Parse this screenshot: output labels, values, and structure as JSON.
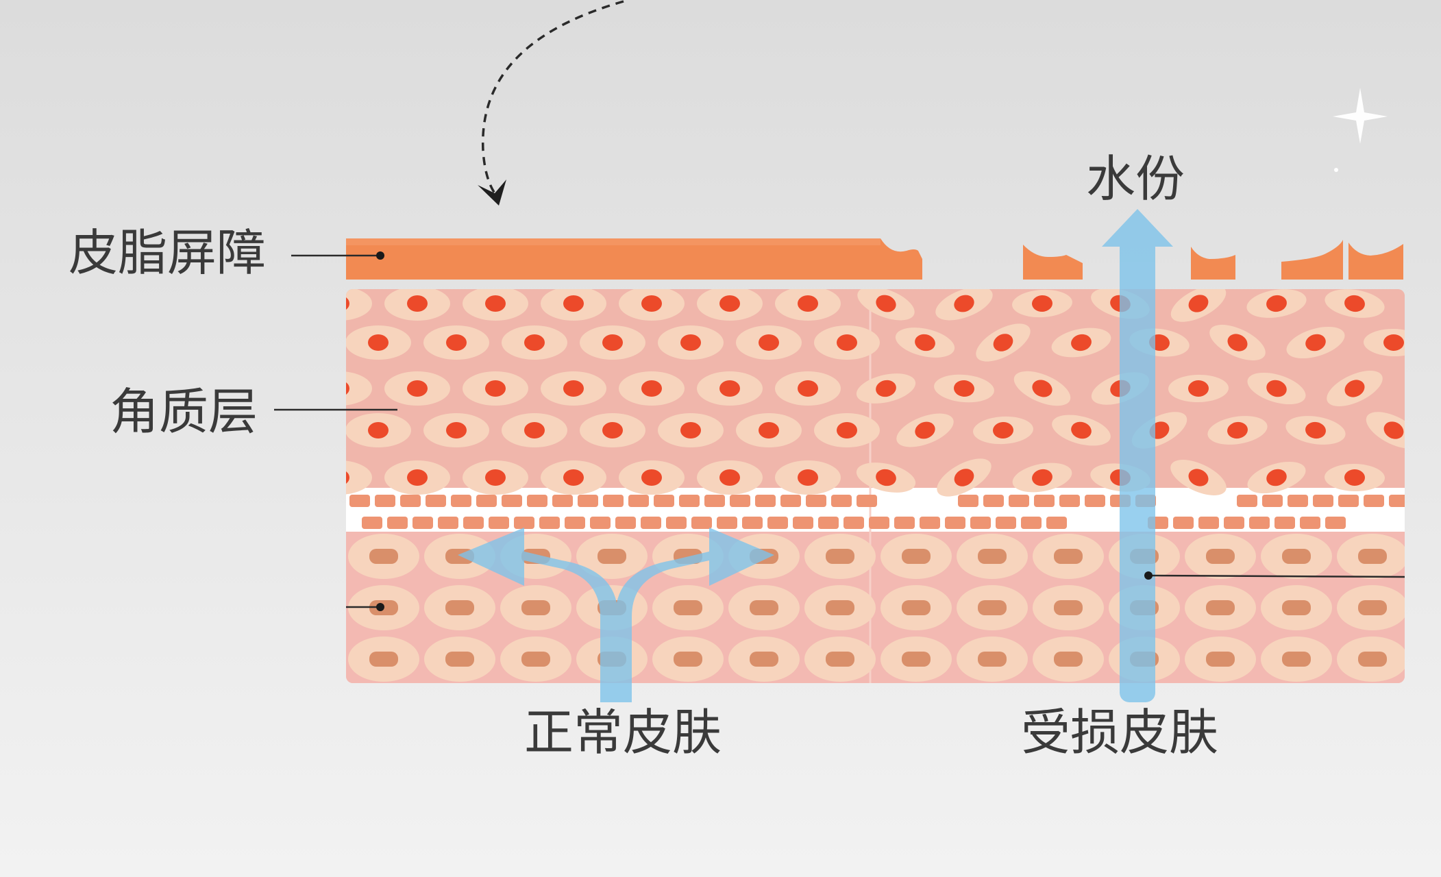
{
  "labels": {
    "sebum_barrier": "皮脂屏障",
    "stratum_corneum": "角质层",
    "water": "水份",
    "normal_skin": "正常皮肤",
    "damaged_skin": "受损皮肤"
  },
  "colors": {
    "sebum": "#f28a52",
    "skin_pink": "#f1b6ac",
    "cell_cream": "#f7d4bd",
    "nucleus_red": "#ec4a2a",
    "basal_nucleus": "#d98f6a",
    "lipid_orange": "#ee9472",
    "water_blue": "#7cc3ea",
    "text": "#3a3a3a"
  }
}
